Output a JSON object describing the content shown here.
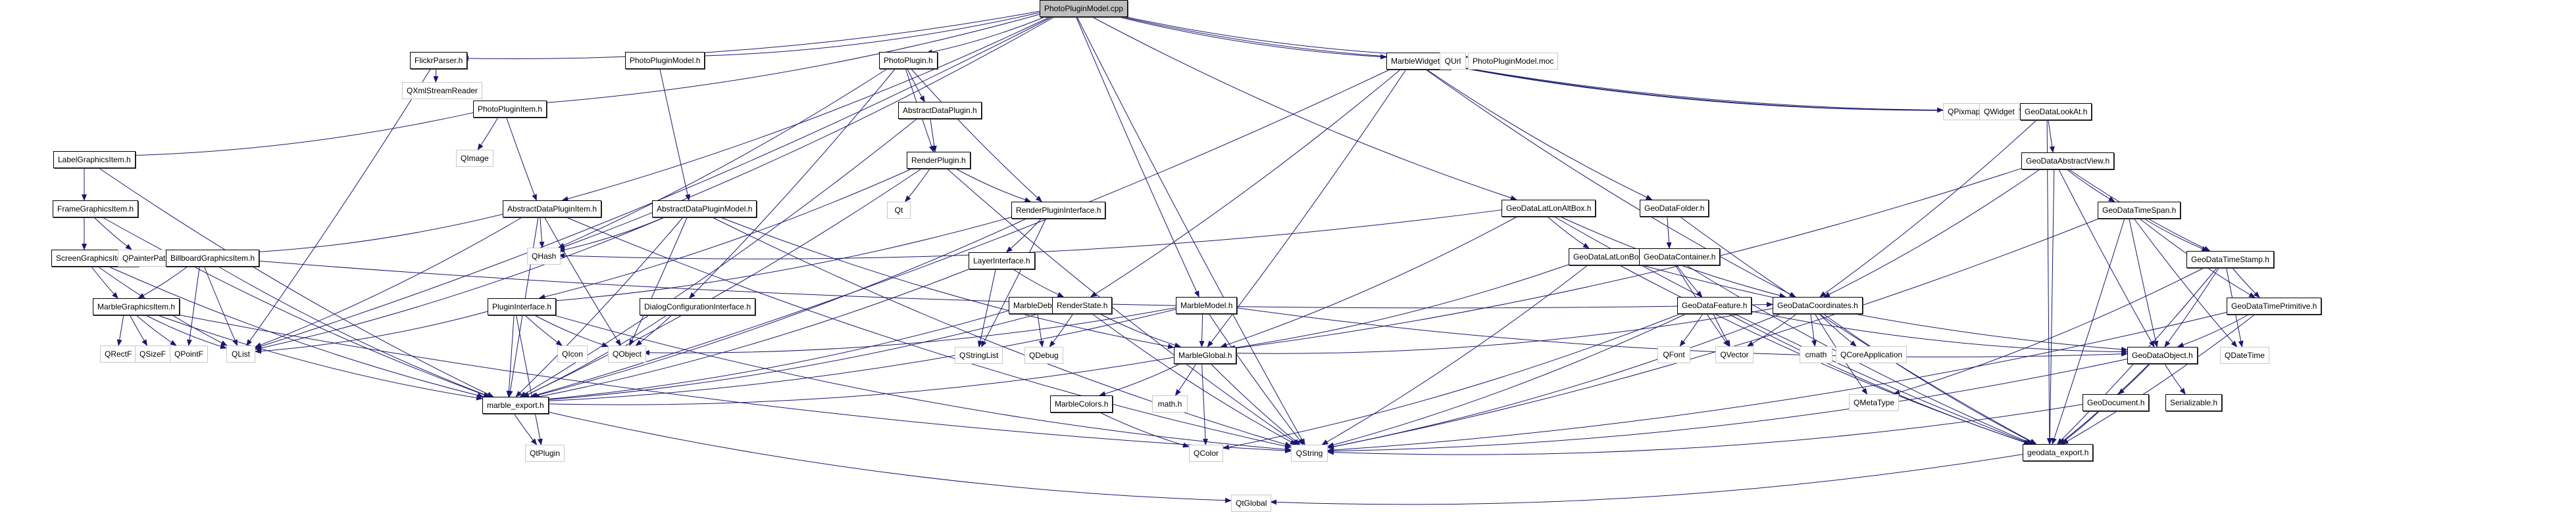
{
  "title": "PhotoPluginModel.cpp include dependency graph",
  "colors": {
    "edge": "#191970",
    "root_fill": "#bfbfbf",
    "internal_border": "#000000",
    "external_border": "#c8c8c8"
  },
  "nodes": [
    {
      "id": "root",
      "label": "PhotoPluginModel.cpp",
      "kind": "root"
    },
    {
      "id": "flickr",
      "label": "FlickrParser.h",
      "kind": "internal"
    },
    {
      "id": "qxml",
      "label": "QXmlStreamReader",
      "kind": "external"
    },
    {
      "id": "ppmodelh",
      "label": "PhotoPluginModel.h",
      "kind": "internal"
    },
    {
      "id": "photoplugin",
      "label": "PhotoPlugin.h",
      "kind": "internal"
    },
    {
      "id": "adplugin",
      "label": "AbstractDataPlugin.h",
      "kind": "internal"
    },
    {
      "id": "renderplugin",
      "label": "RenderPlugin.h",
      "kind": "internal"
    },
    {
      "id": "qt",
      "label": "Qt",
      "kind": "external"
    },
    {
      "id": "rpi",
      "label": "RenderPluginInterface.h",
      "kind": "internal"
    },
    {
      "id": "layeri",
      "label": "LayerInterface.h",
      "kind": "internal"
    },
    {
      "id": "ppitem",
      "label": "PhotoPluginItem.h",
      "kind": "internal"
    },
    {
      "id": "qimage",
      "label": "QImage",
      "kind": "external"
    },
    {
      "id": "labelgi",
      "label": "LabelGraphicsItem.h",
      "kind": "internal"
    },
    {
      "id": "framegi",
      "label": "FrameGraphicsItem.h",
      "kind": "internal"
    },
    {
      "id": "screengi",
      "label": "ScreenGraphicsItem.h",
      "kind": "internal"
    },
    {
      "id": "qpainterpath",
      "label": "QPainterPath",
      "kind": "external"
    },
    {
      "id": "billboardgi",
      "label": "BillboardGraphicsItem.h",
      "kind": "internal"
    },
    {
      "id": "marblegi",
      "label": "MarbleGraphicsItem.h",
      "kind": "internal"
    },
    {
      "id": "qrectf",
      "label": "QRectF",
      "kind": "external"
    },
    {
      "id": "qsizef",
      "label": "QSizeF",
      "kind": "external"
    },
    {
      "id": "qpointf",
      "label": "QPointF",
      "kind": "external"
    },
    {
      "id": "qlist",
      "label": "QList",
      "kind": "external"
    },
    {
      "id": "adpitem",
      "label": "AbstractDataPluginItem.h",
      "kind": "internal"
    },
    {
      "id": "adpmodel",
      "label": "AbstractDataPluginModel.h",
      "kind": "internal"
    },
    {
      "id": "qhash",
      "label": "QHash",
      "kind": "external"
    },
    {
      "id": "plugini",
      "label": "PluginInterface.h",
      "kind": "internal"
    },
    {
      "id": "qicon",
      "label": "QIcon",
      "kind": "external"
    },
    {
      "id": "qobject",
      "label": "QObject",
      "kind": "external"
    },
    {
      "id": "dialogci",
      "label": "DialogConfigurationInterface.h",
      "kind": "internal"
    },
    {
      "id": "marbleexport",
      "label": "marble_export.h",
      "kind": "internal"
    },
    {
      "id": "qtplugin",
      "label": "QtPlugin",
      "kind": "external"
    },
    {
      "id": "qtglobal",
      "label": "QtGlobal",
      "kind": "external"
    },
    {
      "id": "marbledebug",
      "label": "MarbleDebug.h",
      "kind": "internal"
    },
    {
      "id": "renderstate",
      "label": "RenderState.h",
      "kind": "internal"
    },
    {
      "id": "qstringlist",
      "label": "QStringList",
      "kind": "external"
    },
    {
      "id": "qdebug",
      "label": "QDebug",
      "kind": "external"
    },
    {
      "id": "marblemodel",
      "label": "MarbleModel.h",
      "kind": "internal"
    },
    {
      "id": "marbleglobal",
      "label": "MarbleGlobal.h",
      "kind": "internal"
    },
    {
      "id": "marblecolors",
      "label": "MarbleColors.h",
      "kind": "internal"
    },
    {
      "id": "mathh",
      "label": "math.h",
      "kind": "external"
    },
    {
      "id": "qcolor",
      "label": "QColor",
      "kind": "external"
    },
    {
      "id": "qstring",
      "label": "QString",
      "kind": "external"
    },
    {
      "id": "marblewidget",
      "label": "MarbleWidget.h",
      "kind": "internal"
    },
    {
      "id": "qurl",
      "label": "QUrl",
      "kind": "external"
    },
    {
      "id": "ppmoc",
      "label": "PhotoPluginModel.moc",
      "kind": "external"
    },
    {
      "id": "qpixmap",
      "label": "QPixmap",
      "kind": "external"
    },
    {
      "id": "qwidget",
      "label": "QWidget",
      "kind": "external"
    },
    {
      "id": "lookat",
      "label": "GeoDataLookAt.h",
      "kind": "internal"
    },
    {
      "id": "abstractview",
      "label": "GeoDataAbstractView.h",
      "kind": "internal"
    },
    {
      "id": "timespan",
      "label": "GeoDataTimeSpan.h",
      "kind": "internal"
    },
    {
      "id": "timestamp",
      "label": "GeoDataTimeStamp.h",
      "kind": "internal"
    },
    {
      "id": "timeprimitive",
      "label": "GeoDataTimePrimitive.h",
      "kind": "internal"
    },
    {
      "id": "qdatetime",
      "label": "QDateTime",
      "kind": "external"
    },
    {
      "id": "latlonalt",
      "label": "GeoDataLatLonAltBox.h",
      "kind": "internal"
    },
    {
      "id": "geofolder",
      "label": "GeoDataFolder.h",
      "kind": "internal"
    },
    {
      "id": "latlonbox",
      "label": "GeoDataLatLonBox.h",
      "kind": "internal"
    },
    {
      "id": "geocontainer",
      "label": "GeoDataContainer.h",
      "kind": "internal"
    },
    {
      "id": "geofeature",
      "label": "GeoDataFeature.h",
      "kind": "internal"
    },
    {
      "id": "geocoords",
      "label": "GeoDataCoordinates.h",
      "kind": "internal"
    },
    {
      "id": "qfont",
      "label": "QFont",
      "kind": "external"
    },
    {
      "id": "qvector",
      "label": "QVector",
      "kind": "external"
    },
    {
      "id": "cmath",
      "label": "cmath",
      "kind": "external"
    },
    {
      "id": "qcoreapp",
      "label": "QCoreApplication",
      "kind": "external"
    },
    {
      "id": "geoobject",
      "label": "GeoDataObject.h",
      "kind": "internal"
    },
    {
      "id": "qmetatype",
      "label": "QMetaType",
      "kind": "external"
    },
    {
      "id": "geodocument",
      "label": "GeoDocument.h",
      "kind": "internal"
    },
    {
      "id": "serializable",
      "label": "Serializable.h",
      "kind": "internal"
    },
    {
      "id": "geodataexport",
      "label": "geodata_export.h",
      "kind": "internal"
    }
  ],
  "edges": [
    [
      "root",
      "flickr"
    ],
    [
      "root",
      "ppmodelh"
    ],
    [
      "root",
      "photoplugin"
    ],
    [
      "root",
      "ppitem"
    ],
    [
      "root",
      "adpitem"
    ],
    [
      "root",
      "qhash"
    ],
    [
      "root",
      "marblewidget"
    ],
    [
      "root",
      "qurl"
    ],
    [
      "root",
      "ppmoc"
    ],
    [
      "root",
      "marblemodel"
    ],
    [
      "root",
      "latlonalt"
    ],
    [
      "root",
      "qstring"
    ],
    [
      "root",
      "qlist"
    ],
    [
      "flickr",
      "qxml"
    ],
    [
      "flickr",
      "qlist"
    ],
    [
      "ppmodelh",
      "adpmodel"
    ],
    [
      "photoplugin",
      "adplugin"
    ],
    [
      "photoplugin",
      "renderplugin"
    ],
    [
      "photoplugin",
      "rpi"
    ],
    [
      "photoplugin",
      "dialogci"
    ],
    [
      "photoplugin",
      "qhash"
    ],
    [
      "adplugin",
      "renderplugin"
    ],
    [
      "adplugin",
      "marbleexport"
    ],
    [
      "renderplugin",
      "qt"
    ],
    [
      "renderplugin",
      "rpi"
    ],
    [
      "renderplugin",
      "marbleexport"
    ],
    [
      "renderplugin",
      "qstring"
    ],
    [
      "renderplugin",
      "plugini"
    ],
    [
      "rpi",
      "layeri"
    ],
    [
      "rpi",
      "plugini"
    ],
    [
      "rpi",
      "qstringlist"
    ],
    [
      "rpi",
      "marbleexport"
    ],
    [
      "layeri",
      "renderstate"
    ],
    [
      "layeri",
      "qstringlist"
    ],
    [
      "layeri",
      "marbleexport"
    ],
    [
      "ppitem",
      "qimage"
    ],
    [
      "ppitem",
      "labelgi"
    ],
    [
      "ppitem",
      "adpitem"
    ],
    [
      "labelgi",
      "framegi"
    ],
    [
      "labelgi",
      "marbleexport"
    ],
    [
      "framegi",
      "screengi"
    ],
    [
      "framegi",
      "qpainterpath"
    ],
    [
      "framegi",
      "marbleexport"
    ],
    [
      "screengi",
      "marblegi"
    ],
    [
      "screengi",
      "qlist"
    ],
    [
      "screengi",
      "marbleexport"
    ],
    [
      "billboardgi",
      "marblegi"
    ],
    [
      "billboardgi",
      "qpointf"
    ],
    [
      "billboardgi",
      "qlist"
    ],
    [
      "billboardgi",
      "marbleexport"
    ],
    [
      "billboardgi",
      "geocoords"
    ],
    [
      "marblegi",
      "qrectf"
    ],
    [
      "marblegi",
      "qsizef"
    ],
    [
      "marblegi",
      "qpointf"
    ],
    [
      "marblegi",
      "qlist"
    ],
    [
      "marblegi",
      "marbleexport"
    ],
    [
      "marblegi",
      "qstring"
    ],
    [
      "adpitem",
      "billboardgi"
    ],
    [
      "adpitem",
      "qhash"
    ],
    [
      "adpitem",
      "qobject"
    ],
    [
      "adpitem",
      "marbleexport"
    ],
    [
      "adpitem",
      "qstring"
    ],
    [
      "adpitem",
      "qlist"
    ],
    [
      "adpmodel",
      "qhash"
    ],
    [
      "adpmodel",
      "qobject"
    ],
    [
      "adpmodel",
      "marbleexport"
    ],
    [
      "adpmodel",
      "marbleglobal"
    ],
    [
      "adpmodel",
      "qstring"
    ],
    [
      "adpmodel",
      "qlist"
    ],
    [
      "plugini",
      "qlist"
    ],
    [
      "plugini",
      "qicon"
    ],
    [
      "plugini",
      "qobject"
    ],
    [
      "plugini",
      "marbleexport"
    ],
    [
      "plugini",
      "qtplugin"
    ],
    [
      "plugini",
      "qstring"
    ],
    [
      "dialogci",
      "qobject"
    ],
    [
      "dialogci",
      "marbleexport"
    ],
    [
      "marbleexport",
      "qtplugin"
    ],
    [
      "marbleexport",
      "qtglobal"
    ],
    [
      "marbledebug",
      "qdebug"
    ],
    [
      "marbledebug",
      "marbleexport"
    ],
    [
      "renderstate",
      "qdebug"
    ],
    [
      "renderstate",
      "marbleglobal"
    ],
    [
      "renderstate",
      "marbleexport"
    ],
    [
      "renderstate",
      "qstring"
    ],
    [
      "marblemodel",
      "marbleglobal"
    ],
    [
      "marblemodel",
      "qobject"
    ],
    [
      "marblemodel",
      "marbleexport"
    ],
    [
      "marblemodel",
      "qstring"
    ],
    [
      "marblemodel",
      "geoobject"
    ],
    [
      "marbleglobal",
      "marblecolors"
    ],
    [
      "marbleglobal",
      "mathh"
    ],
    [
      "marbleglobal",
      "qcolor"
    ],
    [
      "marbleglobal",
      "qstring"
    ],
    [
      "marbleglobal",
      "marbleexport"
    ],
    [
      "marblecolors",
      "qcolor"
    ],
    [
      "marblewidget",
      "qpixmap"
    ],
    [
      "marblewidget",
      "qwidget"
    ],
    [
      "marblewidget",
      "lookat"
    ],
    [
      "marblewidget",
      "marbleglobal"
    ],
    [
      "marblewidget",
      "renderstate"
    ],
    [
      "marblewidget",
      "geofolder"
    ],
    [
      "marblewidget",
      "geocoords"
    ],
    [
      "marblewidget",
      "marbleexport"
    ],
    [
      "lookat",
      "abstractview"
    ],
    [
      "lookat",
      "geocoords"
    ],
    [
      "lookat",
      "geodataexport"
    ],
    [
      "abstractview",
      "timespan"
    ],
    [
      "abstractview",
      "timestamp"
    ],
    [
      "abstractview",
      "geoobject"
    ],
    [
      "abstractview",
      "geocoords"
    ],
    [
      "abstractview",
      "marbleglobal"
    ],
    [
      "abstractview",
      "geodataexport"
    ],
    [
      "timespan",
      "timestamp"
    ],
    [
      "timespan",
      "timeprimitive"
    ],
    [
      "timespan",
      "geoobject"
    ],
    [
      "timespan",
      "qdatetime"
    ],
    [
      "timespan",
      "qstring"
    ],
    [
      "timespan",
      "geodataexport"
    ],
    [
      "timestamp",
      "timeprimitive"
    ],
    [
      "timestamp",
      "geoobject"
    ],
    [
      "timestamp",
      "qdatetime"
    ],
    [
      "timestamp",
      "geodataexport"
    ],
    [
      "timestamp",
      "qmetatype"
    ],
    [
      "timeprimitive",
      "geoobject"
    ],
    [
      "timeprimitive",
      "geodataexport"
    ],
    [
      "timeprimitive",
      "qstring"
    ],
    [
      "latlonalt",
      "latlonbox"
    ],
    [
      "latlonalt",
      "marbleglobal"
    ],
    [
      "latlonalt",
      "qhash"
    ],
    [
      "latlonalt",
      "geocoords"
    ],
    [
      "latlonalt",
      "geodataexport"
    ],
    [
      "geofolder",
      "geocontainer"
    ],
    [
      "geofolder",
      "geodataexport"
    ],
    [
      "latlonbox",
      "marbleglobal"
    ],
    [
      "latlonbox",
      "geoobject"
    ],
    [
      "latlonbox",
      "geodataexport"
    ],
    [
      "latlonbox",
      "qstring"
    ],
    [
      "geocontainer",
      "geofeature"
    ],
    [
      "geocontainer",
      "qvector"
    ],
    [
      "geocontainer",
      "geodataexport"
    ],
    [
      "geofeature",
      "qfont"
    ],
    [
      "geofeature",
      "qvector"
    ],
    [
      "geofeature",
      "qcolor"
    ],
    [
      "geofeature",
      "geoobject"
    ],
    [
      "geofeature",
      "qstring"
    ],
    [
      "geofeature",
      "geodataexport"
    ],
    [
      "geocoords",
      "qvector"
    ],
    [
      "geocoords",
      "cmath"
    ],
    [
      "geocoords",
      "qcoreapp"
    ],
    [
      "geocoords",
      "qmetatype"
    ],
    [
      "geocoords",
      "marbleglobal"
    ],
    [
      "geocoords",
      "qstring"
    ],
    [
      "geocoords",
      "geodataexport"
    ],
    [
      "geoobject",
      "geodocument"
    ],
    [
      "geoobject",
      "serializable"
    ],
    [
      "geoobject",
      "geodataexport"
    ],
    [
      "geoobject",
      "qstring"
    ],
    [
      "geodocument",
      "geodataexport"
    ],
    [
      "geodocument",
      "qstring"
    ],
    [
      "geodataexport",
      "qtglobal"
    ]
  ]
}
